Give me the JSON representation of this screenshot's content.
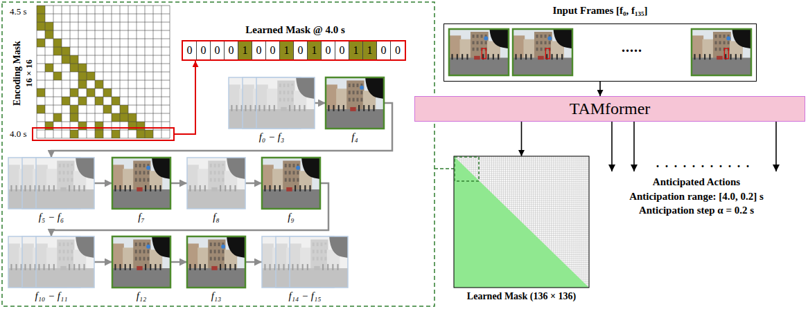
{
  "diagram": {
    "nodes": [
      {
        "text": [
          "Input Frames [f₀, f₁₃₅]",
          "....."
        ]
      },
      {
        "text": [
          "TAMformer"
        ]
      },
      {
        "text": [
          "Learned Mask (136 × 136)"
        ]
      },
      {
        "text": [
          "4.5 s",
          "Encoding Mask",
          "16 × 16",
          "4.0 s"
        ]
      },
      {
        "text": [
          "Learned Mask @ 4.0 s",
          "0",
          "0",
          "0",
          "0",
          "1",
          "0",
          "0",
          "1",
          "0",
          "1",
          "0",
          "0",
          "1",
          "1",
          "0",
          "0"
        ]
      },
      {
        "text": [
          "f₀ − f₃"
        ]
      },
      {
        "text": [
          "f₄"
        ]
      },
      {
        "text": [
          "f₅ − f₆"
        ]
      },
      {
        "text": [
          "f₇"
        ]
      },
      {
        "text": [
          "f₈"
        ]
      },
      {
        "text": [
          "f₉"
        ]
      },
      {
        "text": [
          "f₁₀ − f₁₁"
        ]
      },
      {
        "text": [
          "f₁₂"
        ]
      },
      {
        "text": [
          "f₁₃"
        ]
      },
      {
        "text": [
          "f₁₄ − f₁₅"
        ]
      }
    ],
    "edges": [
      {
        "from": 0,
        "to": 1,
        "arrow": "to"
      },
      {
        "from": 1,
        "to": 2,
        "arrow": "to"
      },
      {
        "from": 3,
        "to": 4,
        "arrow": "to"
      },
      {
        "from": 5,
        "to": 6,
        "arrow": "to"
      },
      {
        "from": 6,
        "to": 7,
        "arrow": "to"
      },
      {
        "from": 7,
        "to": 8,
        "arrow": "to"
      },
      {
        "from": 8,
        "to": 9,
        "arrow": "to"
      },
      {
        "from": 9,
        "to": 10,
        "arrow": "to"
      },
      {
        "from": 10,
        "to": 11,
        "arrow": "to"
      },
      {
        "from": 11,
        "to": 12,
        "arrow": "to"
      },
      {
        "from": 12,
        "to": 13,
        "arrow": "to"
      },
      {
        "from": 13,
        "to": 14,
        "arrow": "to"
      }
    ],
    "labels": [
      "Anticipated Actions",
      "Anticipation range: [4.0, 0.2] s",
      "Anticipation step α = 0.2 s",
      ". . . . . . . . . . ."
    ]
  }
}
